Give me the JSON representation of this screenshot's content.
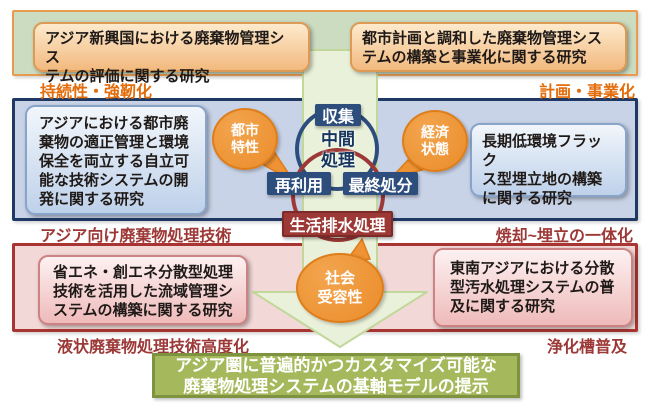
{
  "top_band": {
    "left_box_text": "アジア新興国における廃棄物管理シス\nテムの評価に関する研究",
    "right_box_text": "都市計画と調和した廃棄物管理シス\nテムの構築と事業化に関する研究",
    "left_label": "持続性・強靭化",
    "right_label": "計画・事業化"
  },
  "mid_band": {
    "left_box_text": "アジアにおける都市廃\n棄物の適正管理と環境\n保全を両立する自立可\n能な技術システムの開\n発に関する研究",
    "right_box_text": "長期低環境フラック\nス型埋立地の構築\nに関する研究",
    "left_label": "アジア向け廃棄物処理技術",
    "right_label": "焼却~埋立の一体化"
  },
  "venn": {
    "top_chip": "収集",
    "center_label": "中間\n処理",
    "left_chip": "再利用",
    "right_chip": "最終処分",
    "bottom_chip": "生活排水処理"
  },
  "bubbles": {
    "urban": "都市\n特性",
    "economic": "経済\n状態",
    "social": "社会\n受容性"
  },
  "pink_band": {
    "left_box_text": "省エネ・創エネ分散型処理\n技術を活用した流域管理シ\nステムの構築に関する研究",
    "right_box_text": "東南アジアにおける分散\n型汚水処理システムの普\n及に関する研究",
    "left_label": "液状廃棄物処理技術高度化",
    "right_label": "浄化槽普及"
  },
  "goal": {
    "text": "アジア圏に普遍的かつカスタマイズ可能な\n廃棄物処理システムの基軸モデルの提示"
  },
  "colors": {
    "band_top_bg": "#ccdcc0",
    "band_top_border": "#e89b4f",
    "band_mid_bg": "#c8d3e7",
    "band_mid_border": "#1f3864",
    "band_pink_bg": "#f3d8d8",
    "band_pink_border": "#a83531",
    "arrow_fill": "#eaf1da",
    "arrow_stroke": "#c2d79a",
    "bubble_orange": "#ee9233",
    "navy_chip": "#2d4d7c",
    "red_chip": "#9c3937",
    "goal_green": "#a5b95c",
    "label_orange": "#e36c0a",
    "label_darkred": "#9c3937"
  }
}
